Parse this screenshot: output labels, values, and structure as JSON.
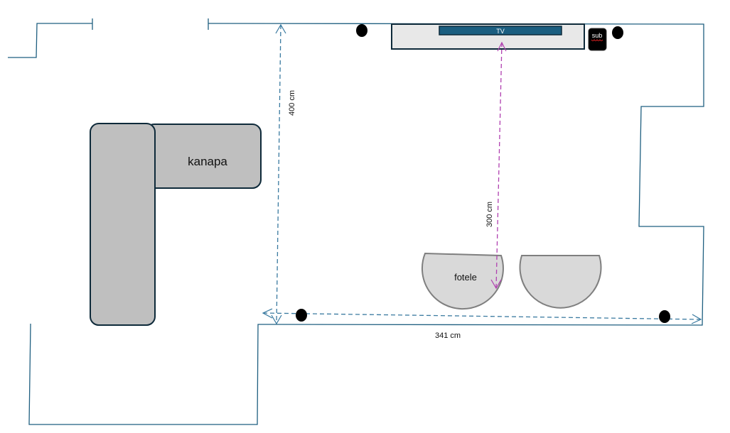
{
  "diagram": {
    "type": "room-floor-plan",
    "furniture": {
      "sofa": {
        "label": "kanapa"
      },
      "armchairs": {
        "label": "fotele",
        "count": 2
      },
      "tv_stand": {
        "label": "TV"
      },
      "subwoofer": {
        "label": "sub"
      },
      "speakers": {
        "count": 4
      }
    },
    "dimensions": {
      "room_depth": "400 cm",
      "tv_to_seating": "300 cm",
      "room_width": "341 cm"
    },
    "colors": {
      "wall": "#1f5f80",
      "sofa_fill": "#bfbfbf",
      "chair_fill": "#d9d9d9",
      "tv_screen": "#1b5e80",
      "tv_stand_fill": "#e8e8e8",
      "dimension_blue": "#3a7aa0",
      "dimension_purple": "#b040b0",
      "speaker": "#000000"
    }
  }
}
